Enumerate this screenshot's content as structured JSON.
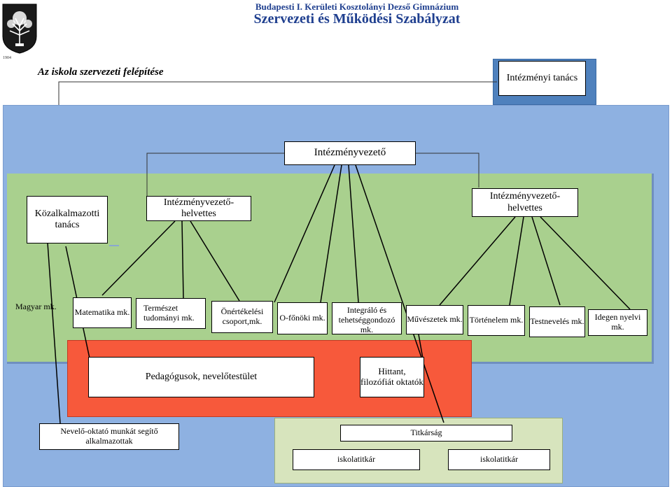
{
  "header": {
    "line1": "Budapesti I. Kerületi Kosztolányi Dezső Gimnázium",
    "line2": "Szervezeti és Működési Szabályzat"
  },
  "logo": {
    "caption": "1904"
  },
  "section_title": "Az iskola szervezeti felépítése",
  "org": {
    "intezmenyi_tanacs": "Intézményi tanács",
    "intezmenyvezeto": "Intézményvezető",
    "kozalkalmazotti_tanacs": "Közalkalmazotti tanács",
    "helyettes_left": "Intézményvezető-helvettes",
    "helyettes_right": "Intézményvezető-helvettes",
    "departments": [
      "Magyar mk.",
      "Matematika mk.",
      "Természet tudományi mk.",
      "Önértékelési csoport,mk.",
      "O-főnöki mk.",
      "Integráló és tehetséggondozó mk.",
      "Művészetek mk.",
      "Történelem mk.",
      "Testnevelés mk.",
      "Idegen nyelvi mk."
    ],
    "pedagogusok": "Pedagógusok, nevelőtestület",
    "hittan": "Hittant, filozófiát oktatók",
    "nevelo_oktato": "Nevelő-oktató munkát segítő alkalmazottak",
    "titkarsag": "Titkárság",
    "iskolatitkar_1": "iskolatitkár",
    "iskolatitkar_2": "iskolatitkár"
  }
}
